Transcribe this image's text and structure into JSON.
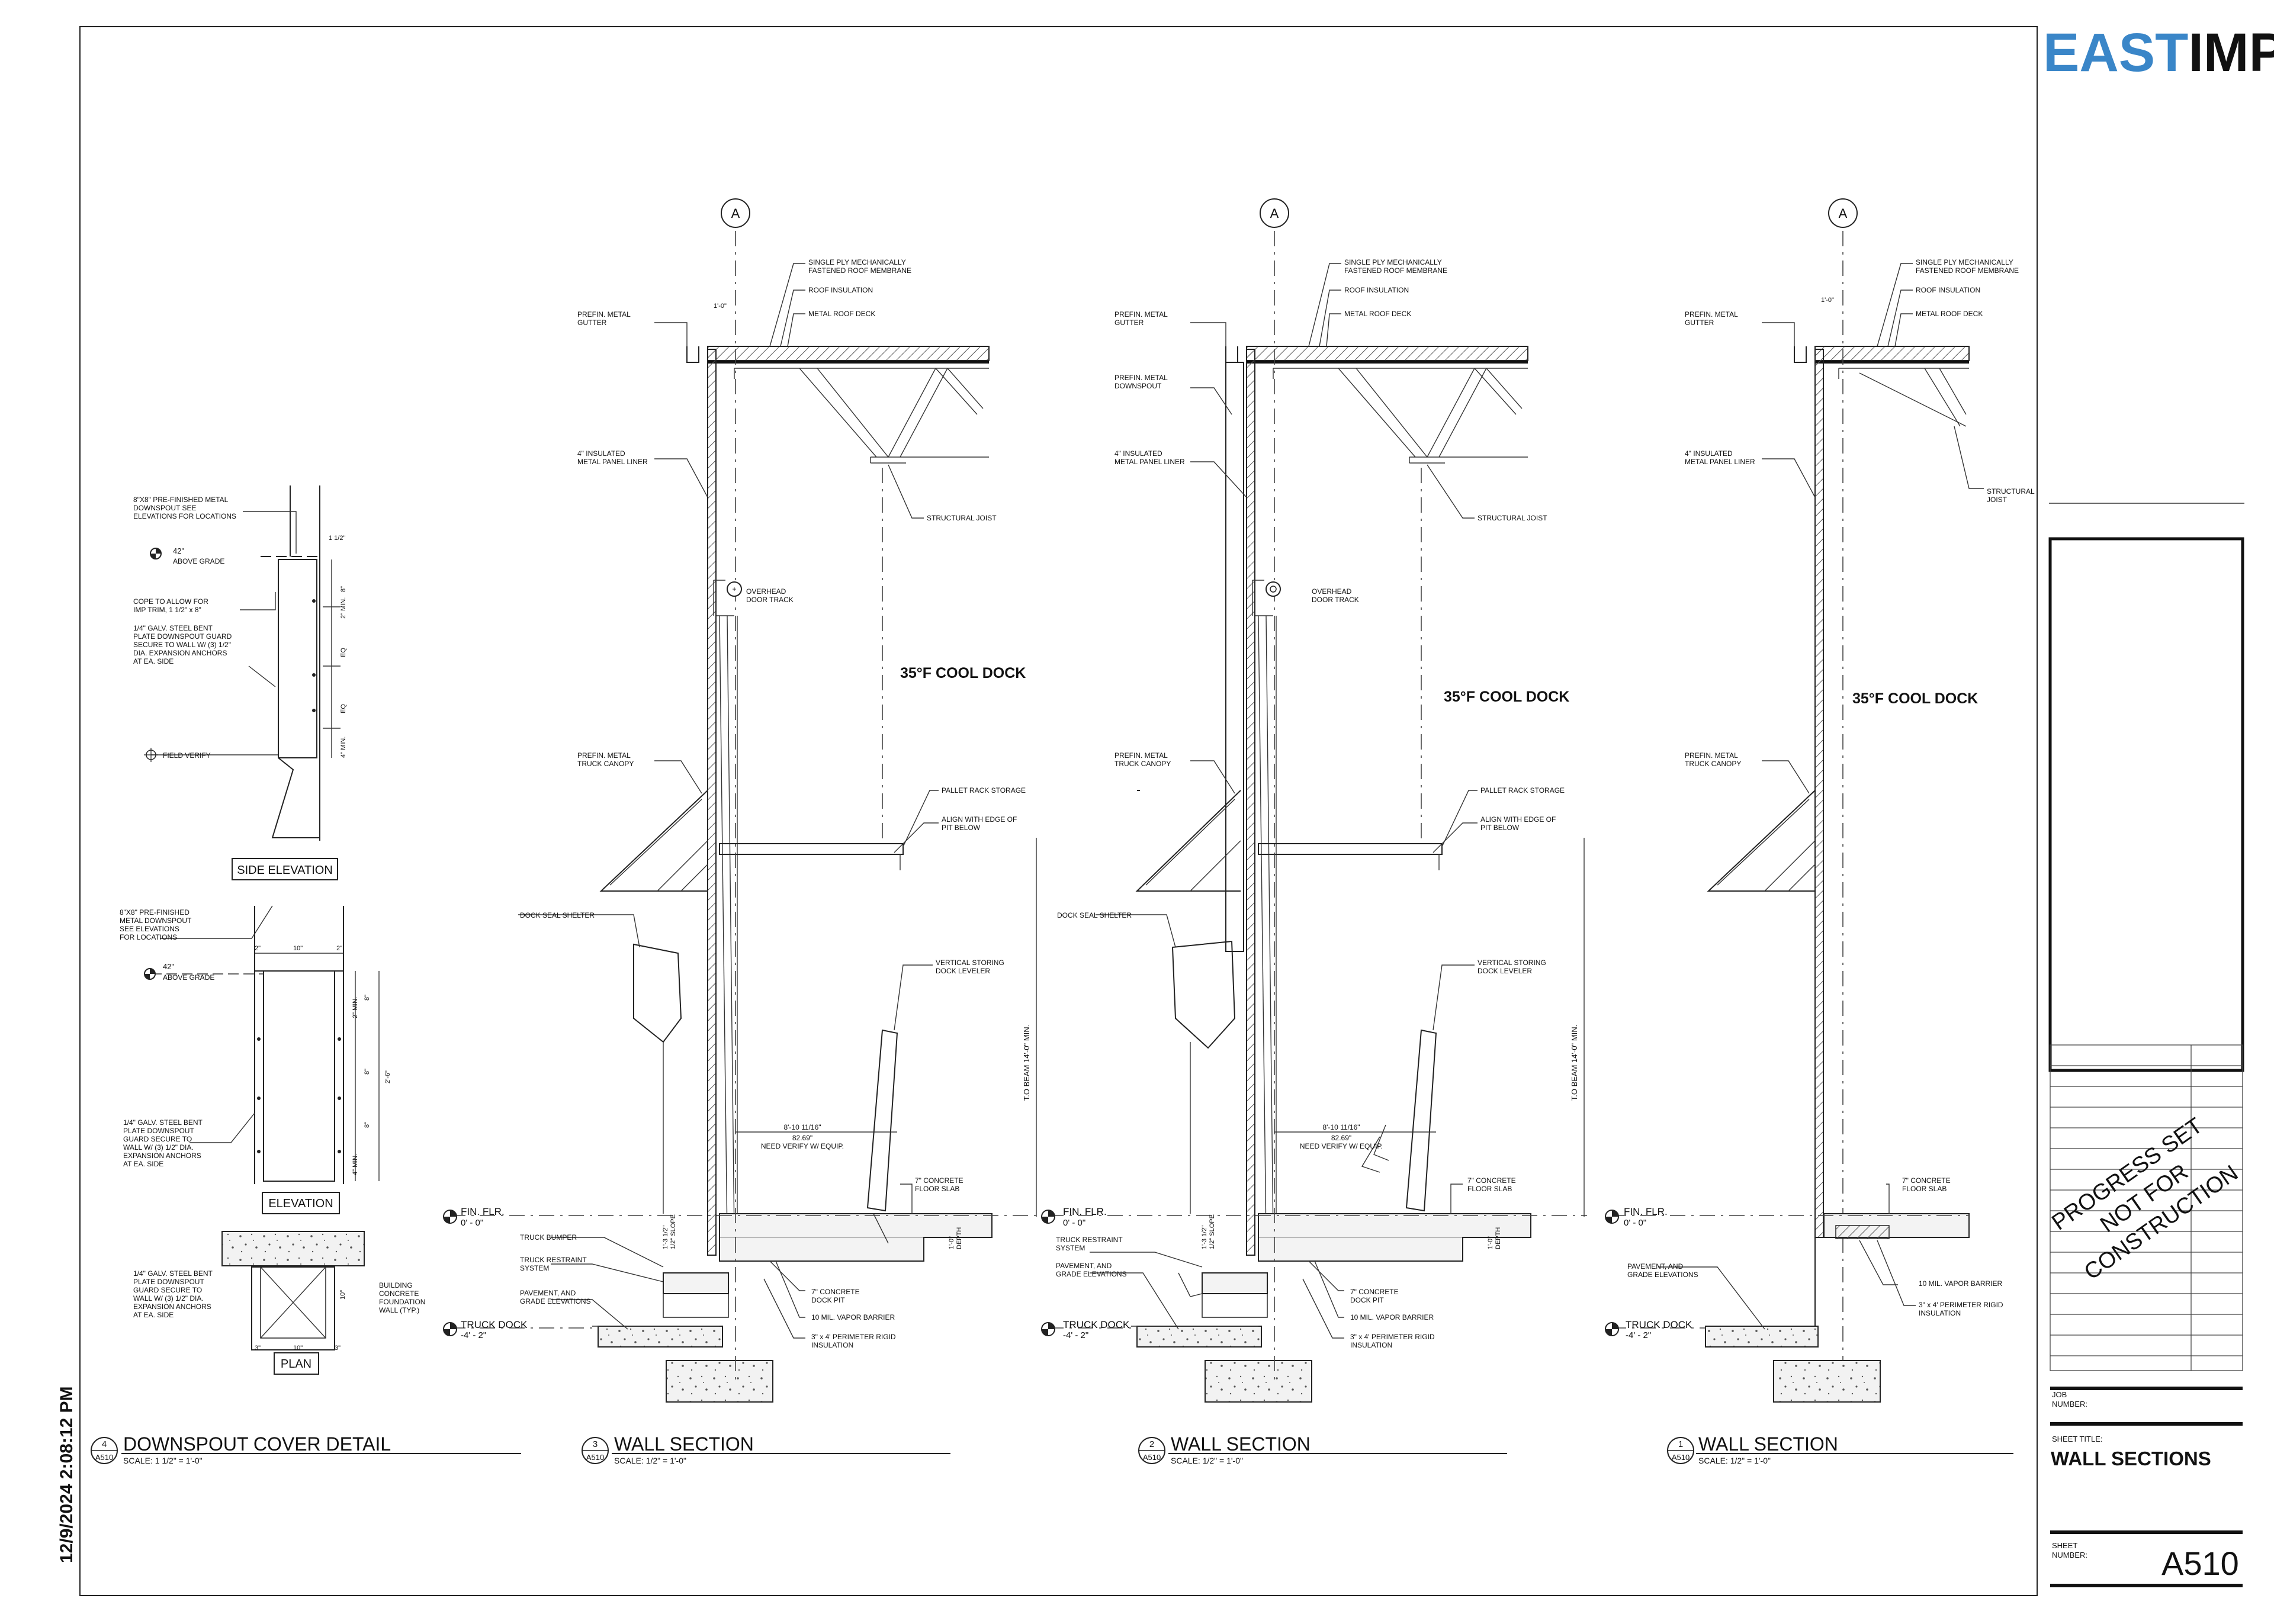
{
  "logo": {
    "part1": "EAST",
    "part2": "IMP",
    "color1": "#3a86c8",
    "color2": "#111111"
  },
  "timestamp": "12/9/2024 2:08:12 PM",
  "title_block": {
    "stamp": [
      "PROGRESS SET",
      "NOT FOR",
      "CONSTRUCTION"
    ],
    "job_number_label": [
      "JOB",
      "NUMBER:"
    ],
    "sheet_title_label": "SHEET TITLE:",
    "sheet_title": "WALL SECTIONS",
    "sheet_number_label": [
      "SHEET",
      "NUMBER:"
    ],
    "sheet_number": "A510"
  },
  "grid_bubble": "A",
  "dock_label": "35°F COOL DOCK",
  "fin_flr": [
    "FIN. FLR.",
    "0' - 0\""
  ],
  "truck_dock": [
    "TRUCK DOCK",
    "-4' - 2\""
  ],
  "sections": [
    {
      "num": "3",
      "sheet": "A510",
      "title": "WALL SECTION",
      "scale": "SCALE: 1/2\" = 1'-0\""
    },
    {
      "num": "2",
      "sheet": "A510",
      "title": "WALL SECTION",
      "scale": "SCALE: 1/2\" = 1'-0\""
    },
    {
      "num": "1",
      "sheet": "A510",
      "title": "WALL SECTION",
      "scale": "SCALE: 1/2\" = 1'-0\""
    }
  ],
  "downspout": {
    "num": "4",
    "sheet": "A510",
    "title": "DOWNSPOUT COVER DETAIL",
    "scale": "SCALE: 1 1/2\" = 1'-0\"",
    "side_elevation": "SIDE ELEVATION",
    "elevation": "ELEVATION",
    "plan": "PLAN",
    "notes": {
      "pipe1": [
        "8\"X8\" PRE-FINISHED METAL",
        "DOWNSPOUT SEE",
        "ELEVATIONS FOR LOCATIONS"
      ],
      "grade1": [
        "42\"",
        "ABOVE GRADE"
      ],
      "cope": [
        "COPE TO ALLOW FOR",
        "IMP TRIM, 1 1/2\" x 8\""
      ],
      "guard1": [
        "1/4\" GALV. STEEL BENT",
        "PLATE DOWNSPOUT GUARD",
        "SECURE TO WALL W/ (3) 1/2\"",
        "DIA. EXPANSION ANCHORS",
        "AT EA. SIDE"
      ],
      "field": "FIELD VERIFY",
      "pipe2": [
        "8\"X8\" PRE-FINISHED",
        "METAL DOWNSPOUT",
        "SEE ELEVATIONS",
        "FOR LOCATIONS"
      ],
      "grade2": [
        "42\"",
        "ABOVE GRADE"
      ],
      "guard2": [
        "1/4\" GALV. STEEL BENT",
        "PLATE DOWNSPOUT",
        "GUARD SECURE TO",
        "WALL W/ (3) 1/2\" DIA.",
        "EXPANSION ANCHORS",
        "AT EA. SIDE"
      ],
      "guard3": [
        "1/4\" GALV. STEEL BENT",
        "PLATE DOWNSPOUT",
        "GUARD SECURE TO",
        "WALL W/ (3) 1/2\" DIA.",
        "EXPANSION ANCHORS",
        "AT EA. SIDE"
      ],
      "wall": [
        "BUILDING",
        "CONCRETE",
        "FOUNDATION",
        "WALL (TYP.)"
      ],
      "dims": {
        "d1": "1 1/2\"",
        "d8": "8\"",
        "d2min": "2\" MIN.",
        "deq": "EQ",
        "d4min": "4\" MIN.",
        "d2": "2\"",
        "d10": "10\"",
        "d26": "2'-6\"",
        "d3": "3\""
      }
    }
  },
  "notes": {
    "membrane": [
      "SINGLE PLY MECHANICALLY",
      "FASTENED ROOF MEMBRANE"
    ],
    "roof_insul": "ROOF INSULATION",
    "roof_deck": "METAL ROOF DECK",
    "gutter": [
      "PREFIN. METAL",
      "GUTTER"
    ],
    "dim_1_0": "1'-0\"",
    "downspout": [
      "PREFIN. METAL",
      "DOWNSPOUT"
    ],
    "liner": [
      "4\" INSULATED",
      "METAL PANEL LINER"
    ],
    "joist": "STRUCTURAL JOIST",
    "joist2": [
      "STRUCTURAL",
      "JOIST"
    ],
    "door_track": [
      "OVERHEAD",
      "DOOR TRACK"
    ],
    "canopy": [
      "PREFIN. METAL",
      "TRUCK CANOPY"
    ],
    "pallet": "PALLET RACK STORAGE",
    "align": [
      "ALIGN WITH EDGE OF",
      "PIT BELOW"
    ],
    "seal": "DOCK SEAL SHELTER",
    "leveler": [
      "VERTICAL STORING",
      "DOCK LEVELER"
    ],
    "to_beam": "T.O BEAM 14'-0\" MIN.",
    "verify": [
      "8'-10 11/16\"",
      "82.69\"",
      "NEED VERIFY W/ EQUIP."
    ],
    "slab": [
      "7\" CONCRETE",
      "FLOOR SLAB"
    ],
    "bumper": "TRUCK BUMPER",
    "restraint": [
      "TRUCK RESTRAINT",
      "SYSTEM"
    ],
    "pavement": [
      "PAVEMENT, AND",
      "GRADE ELEVATIONS"
    ],
    "pit": [
      "7\" CONCRETE",
      "DOCK PIT"
    ],
    "vapor": "10 MIL. VAPOR BARRIER",
    "rigid": [
      "3\" x 4' PERIMETER RIGID",
      "INSULATION"
    ],
    "slope": [
      "1/2\" SLOPE",
      "1'-3 1/2\""
    ],
    "depth": [
      "1'-0\"",
      "DEPTH"
    ]
  }
}
